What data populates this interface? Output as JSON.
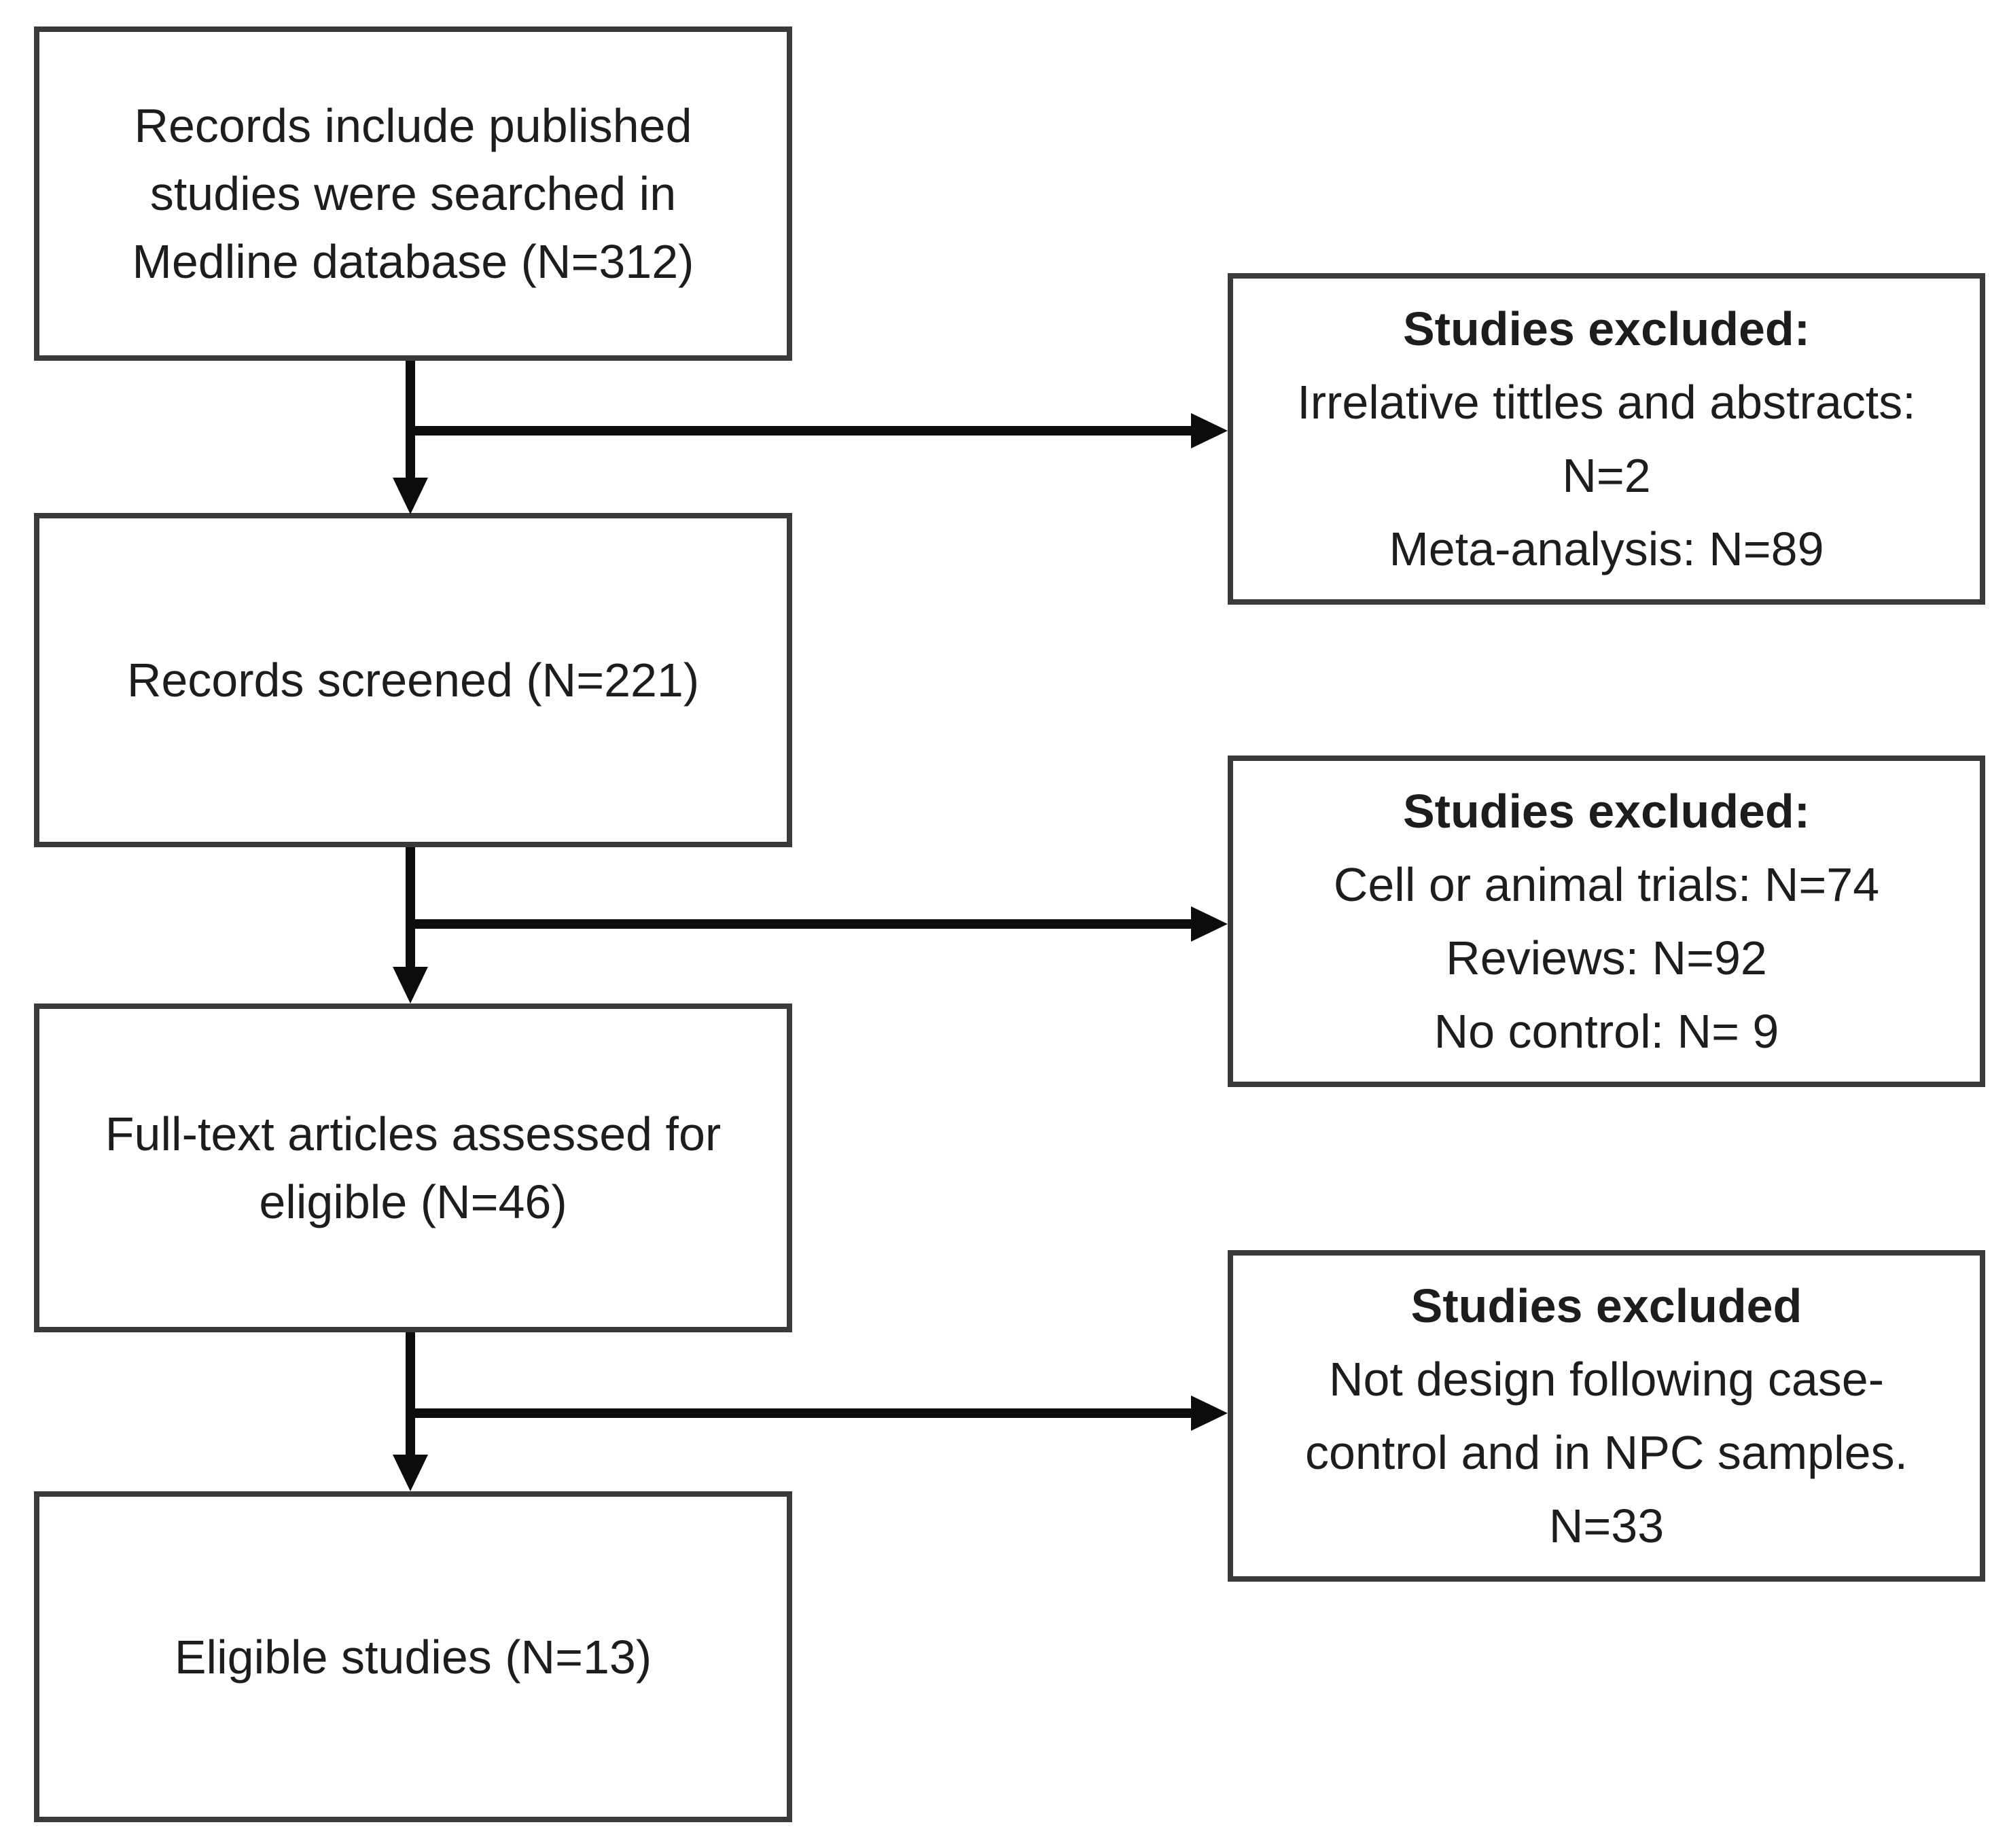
{
  "flowchart": {
    "colors": {
      "background": "#ffffff",
      "box_border": "#3a3a3a",
      "arrow": "#0c0c0c",
      "text": "#1d1d1d"
    },
    "boxes": {
      "records_searched": {
        "lines": [
          "Records include published",
          "studies were searched in",
          "Medline database (N=312)"
        ]
      },
      "records_screened": {
        "lines": [
          "Records screened (N=221)"
        ]
      },
      "fulltext_assessed": {
        "lines": [
          "Full-text articles assessed for",
          "eligible (N=46)"
        ]
      },
      "eligible_studies": {
        "lines": [
          "Eligible studies (N=13)"
        ]
      },
      "excluded_screening": {
        "title": "Studies excluded:",
        "lines": [
          "Irrelative tittles and abstracts:",
          "N=2",
          "Meta-analysis: N=89"
        ]
      },
      "excluded_fulltext": {
        "title": "Studies excluded:",
        "lines": [
          "Cell or animal trials: N=74",
          "Reviews: N=92",
          "No control: N= 9"
        ]
      },
      "excluded_design": {
        "title": "Studies excluded",
        "lines": [
          "Not design following case-",
          "control and in NPC samples.",
          "N=33"
        ]
      }
    }
  }
}
